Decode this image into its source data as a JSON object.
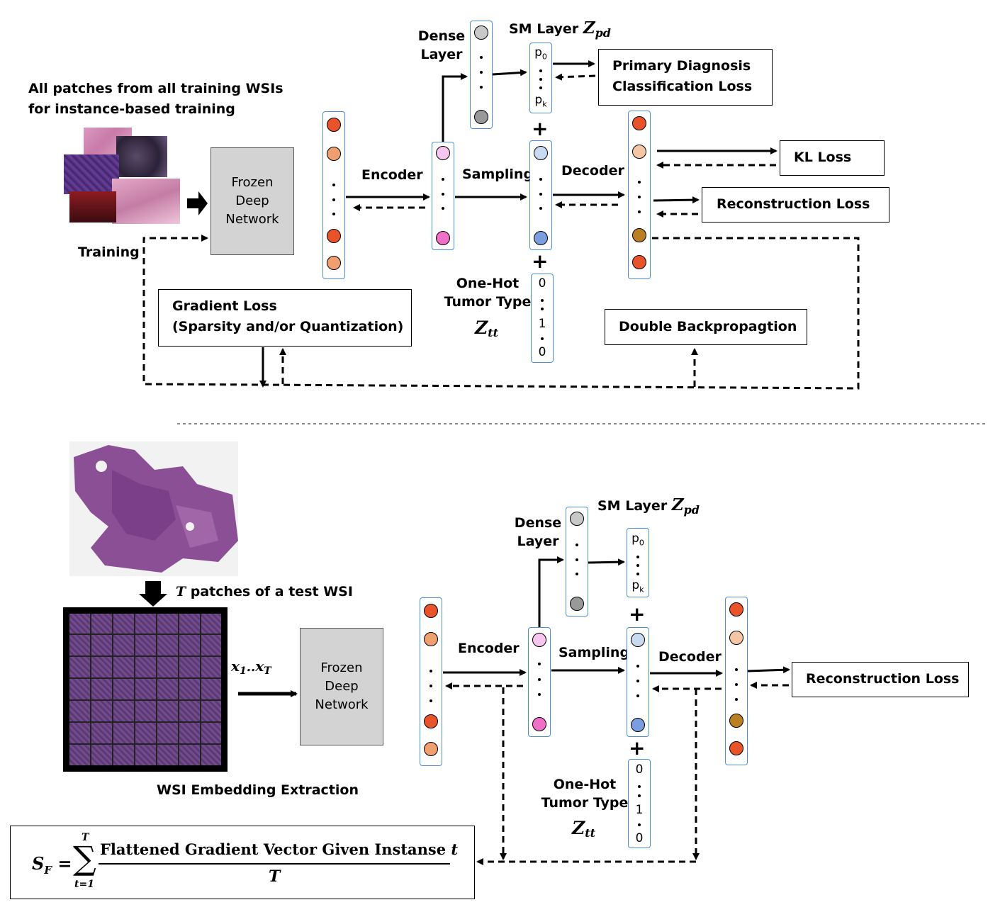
{
  "top": {
    "caption_line1": "All  patches from all training WSIs",
    "caption_line2": "for instance-based training",
    "training": "Training",
    "frozen": [
      "Frozen",
      "Deep",
      "Network"
    ],
    "encoder": "Encoder",
    "sampling": "Sampling",
    "decoder": "Decoder",
    "dense_layer": [
      "Dense",
      "Layer"
    ],
    "sm_layer": "SM Layer ",
    "z_pd": "Z",
    "z_pd_sub": "pd",
    "p0": "p",
    "p0_sub": "0",
    "pk": "p",
    "pk_sub": "k",
    "plus": "+",
    "onehot": [
      "One-Hot",
      "Tumor Type"
    ],
    "z_tt": "Z",
    "z_tt_sub": "tt",
    "onehot_values": [
      "0",
      "1",
      "0"
    ],
    "primary_loss": [
      "Primary Diagnosis",
      "Classification Loss"
    ],
    "kl_loss": "KL Loss",
    "recon_loss": "Reconstruction Loss",
    "gradient_loss": [
      "Gradient Loss",
      "(Sparsity and/or Quantization)"
    ],
    "double_bp": "Double Backpropagtion"
  },
  "bottom": {
    "t_patches_T": "T",
    "t_patches": " patches of a test WSI",
    "x_label": "x",
    "x_sub1": "1",
    "x_dots": "..",
    "x_label2": "x",
    "x_subT": "T",
    "frozen": [
      "Frozen",
      "Deep",
      "Network"
    ],
    "wsi_caption": "WSI Embedding Extraction",
    "encoder": "Encoder",
    "sampling": "Sampling",
    "decoder": "Decoder",
    "dense_layer": [
      "Dense",
      "Layer"
    ],
    "sm_layer": "SM Layer ",
    "z_pd": "Z",
    "z_pd_sub": "pd",
    "p0": "p",
    "p0_sub": "0",
    "pk": "p",
    "pk_sub": "k",
    "plus": "+",
    "onehot": [
      "One-Hot",
      "Tumor Type"
    ],
    "z_tt": "Z",
    "z_tt_sub": "tt",
    "onehot_values": [
      "0",
      "1",
      "0"
    ],
    "recon_loss": "Reconstruction Loss"
  },
  "formula": {
    "lhs": "S",
    "lhs_sub": "F",
    "eq": " = ",
    "sum_top": "T",
    "sum_bottom": "t=1",
    "numerator": "Flattened Gradient Vector Given Instanse ",
    "numerator_var": "t",
    "denominator": "T"
  },
  "colors": {
    "node_red": "#e8532a",
    "node_orange": "#f0a070",
    "node_peach": "#f5c6a6",
    "node_gray": "#c8c8c8",
    "node_dgray": "#999999",
    "node_pink": "#f7c6ee",
    "node_magenta": "#f070c8",
    "node_lblue": "#c9d9ef",
    "node_blue": "#7b9ee0",
    "node_brown": "#b97f22",
    "column_border": "#4a90d9"
  }
}
